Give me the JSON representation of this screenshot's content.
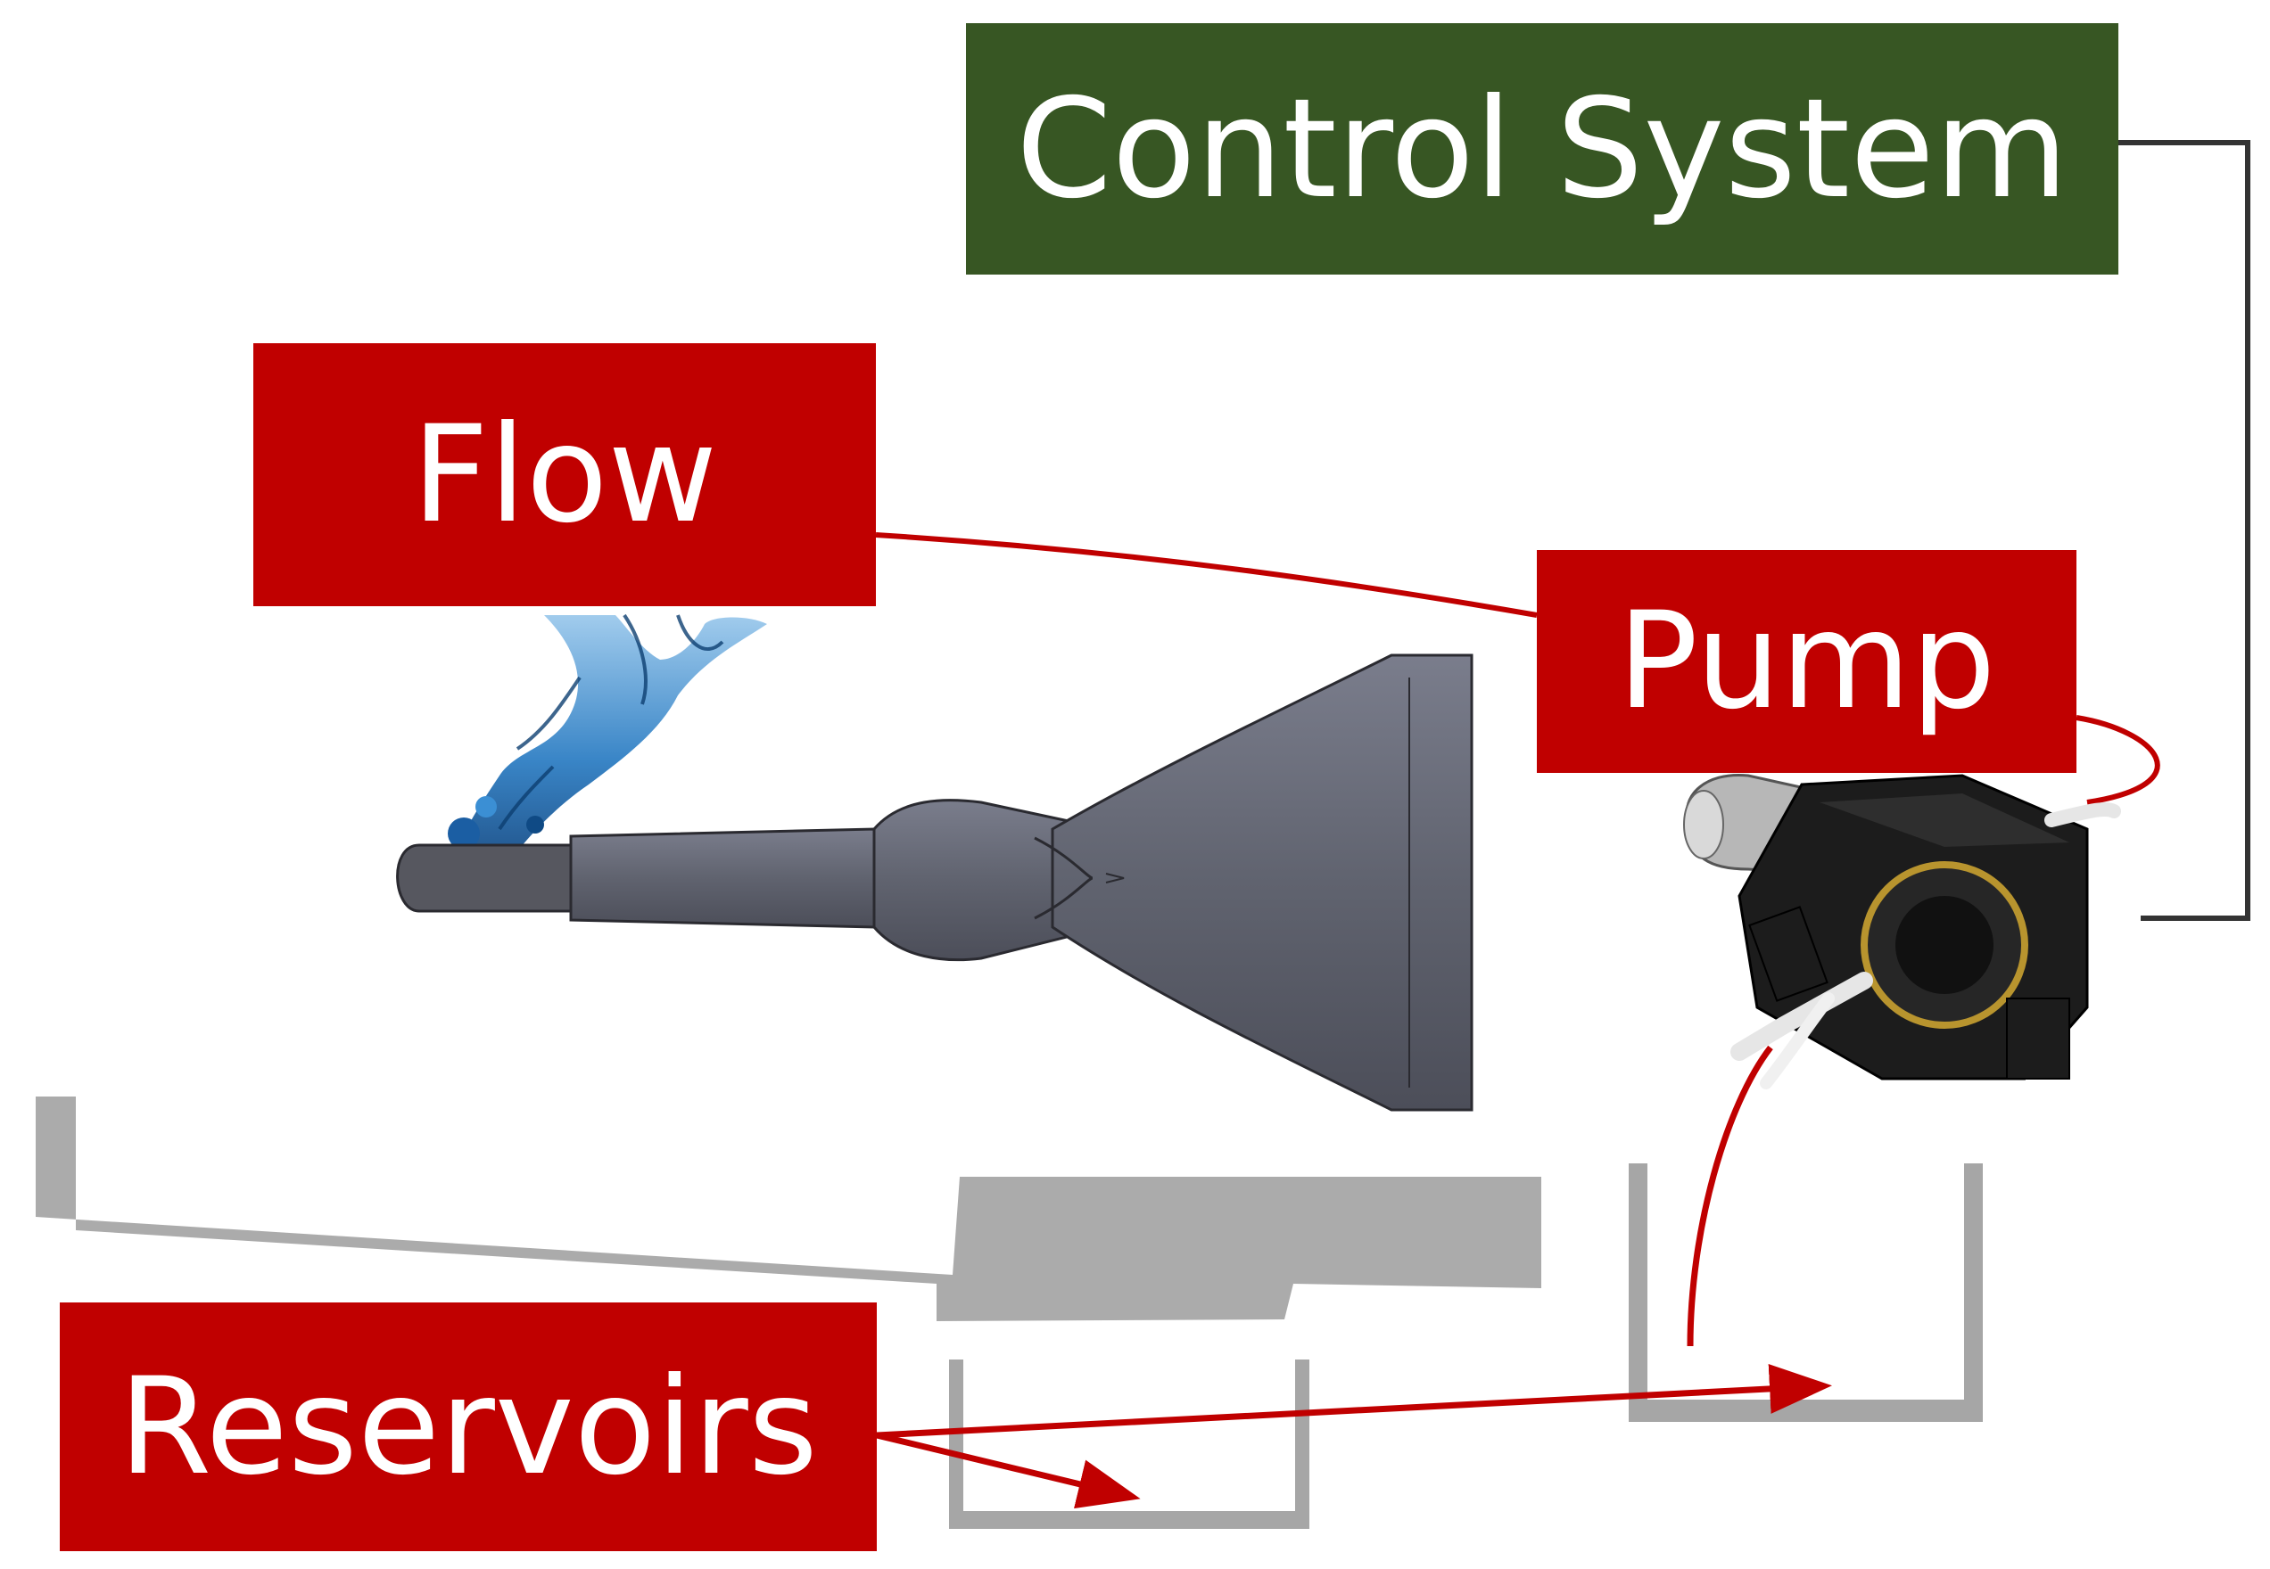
{
  "labels": {
    "control_system": "Control System",
    "flow": "Flow",
    "pump": "Pump",
    "reservoirs": "Reservoirs"
  },
  "colors": {
    "label_red": "#c00000",
    "label_green": "#375623",
    "label_text": "#ffffff",
    "connector_red": "#c00000",
    "connector_dark": "#333333",
    "nozzle_gray": "#5f6270",
    "water_blue": "#1f6fb5",
    "tray_gray": "#a6a6a6"
  },
  "icons": {
    "nozzle": "nozzle-icon",
    "water": "water-splash-icon",
    "pump": "peristaltic-pump-icon"
  }
}
